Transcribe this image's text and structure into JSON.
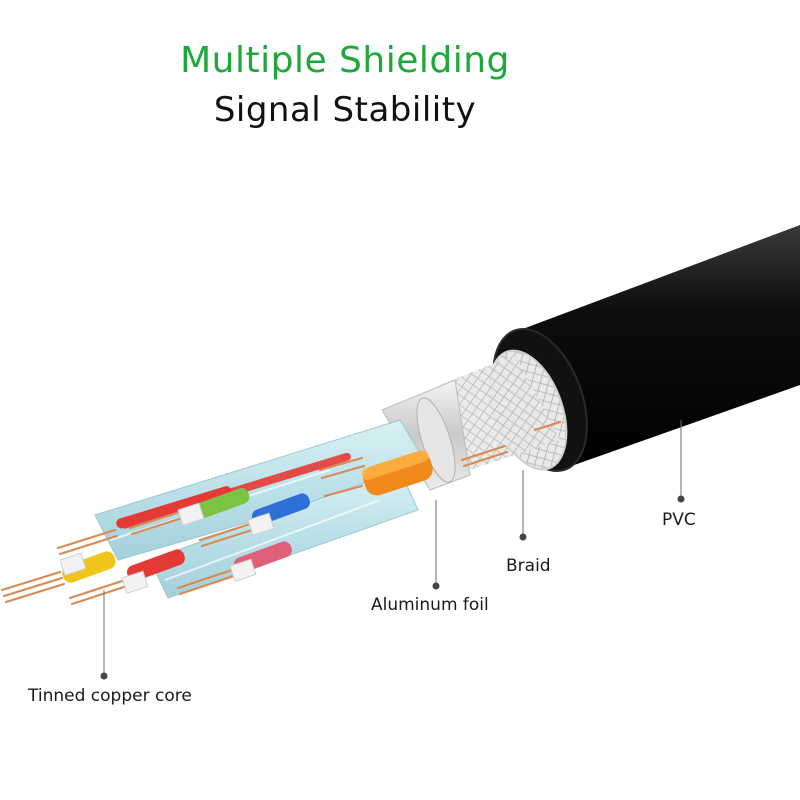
{
  "header": {
    "title": "Multiple Shielding",
    "subtitle": "Signal Stability"
  },
  "colors": {
    "title": "#1fa83a",
    "text": "#111111",
    "jacket": "#0b0b0b",
    "foil": "#d9d9d9",
    "insulation": "#bfe3ea",
    "copper": "#d98a54",
    "leader": "#6e6e6e"
  },
  "callouts": {
    "pvc": "PVC",
    "braid": "Braid",
    "foil": "Aluminum foil",
    "core": "Tinned copper core"
  },
  "wire_colors": [
    "#e53935",
    "#7cc243",
    "#2f6fd8",
    "#f0c419",
    "#e53935",
    "#e0607a",
    "#f08a1c"
  ]
}
